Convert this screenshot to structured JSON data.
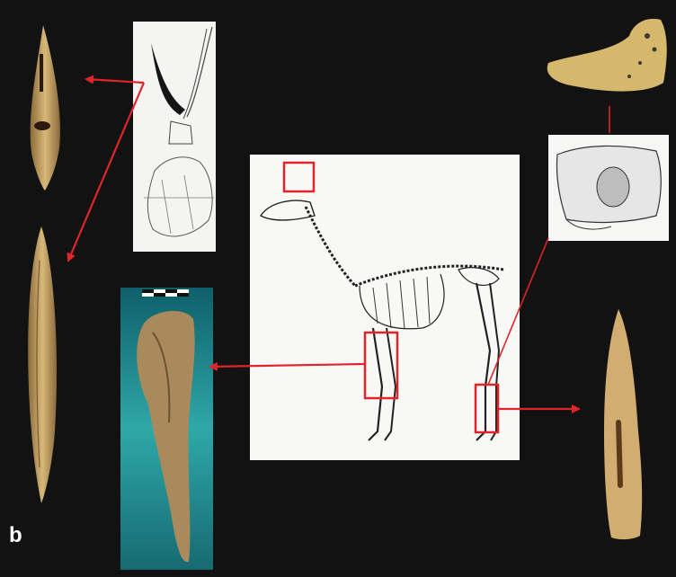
{
  "figure": {
    "panel_label": "b",
    "colors": {
      "background": "#121212",
      "highlight": "#e0242a",
      "bone": "#c9a66b",
      "turquoise_background": "#2a9a9a"
    },
    "items": [
      {
        "id": "skeleton-drawing",
        "type": "line drawing of a camelid skeleton"
      },
      {
        "id": "head-detail-drawing",
        "type": "line drawing of a head with antler tool"
      },
      {
        "id": "vertebra-drawing",
        "type": "line drawing of a vertebra"
      },
      {
        "id": "awl-photo",
        "type": "photo of bone point"
      },
      {
        "id": "long-point-photo",
        "type": "photo of long bone point"
      },
      {
        "id": "leg-bone-photo",
        "type": "photo of leg bone tool on turquoise background"
      },
      {
        "id": "vertebra-photo",
        "type": "photo of vertebra fragment"
      },
      {
        "id": "tubular-point-photo",
        "type": "photo of tubular bone point"
      }
    ]
  }
}
